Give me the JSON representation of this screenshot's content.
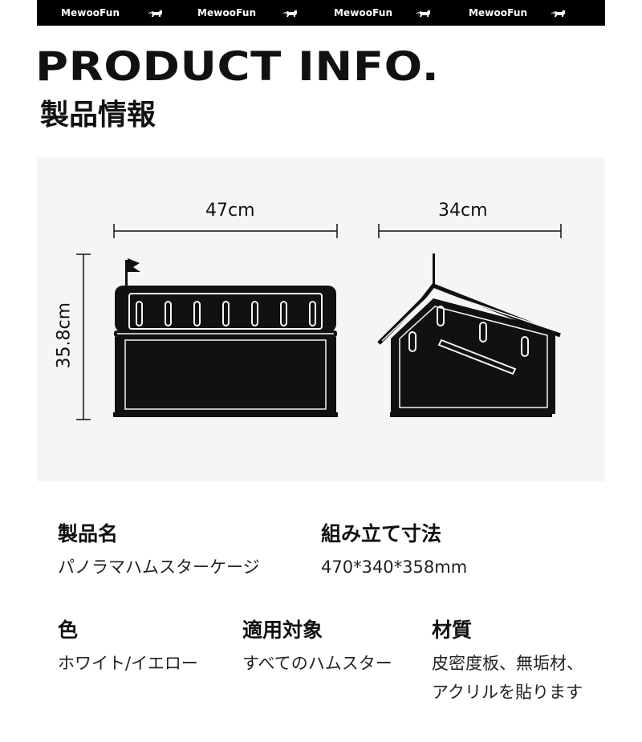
{
  "banner": {
    "brand_repeats": [
      "MewooFun",
      "MewooFun",
      "MewooFun",
      "MewooFun"
    ],
    "icon": "cat-icon"
  },
  "header": {
    "title_en": "PRODUCT INFO.",
    "title_jp": "製品情報"
  },
  "figure": {
    "width_label": "47cm",
    "depth_label": "34cm",
    "height_label": "35.8cm"
  },
  "specs": {
    "product_name": {
      "label": "製品名",
      "value": "パノラマハムスターケージ"
    },
    "assembled_size": {
      "label": "組み立て寸法",
      "value": "470*340*358mm"
    },
    "color": {
      "label": "色",
      "value": "ホワイト/イエロー"
    },
    "target": {
      "label": "適用対象",
      "value": "すべてのハムスター"
    },
    "material": {
      "label": "材質",
      "value_line1": "皮密度板、無垢材、",
      "value_line2": "アクリルを貼ります"
    }
  },
  "colors": {
    "banner_bg": "#000000",
    "panel_bg": "#f5f5f3",
    "text": "#111111"
  }
}
